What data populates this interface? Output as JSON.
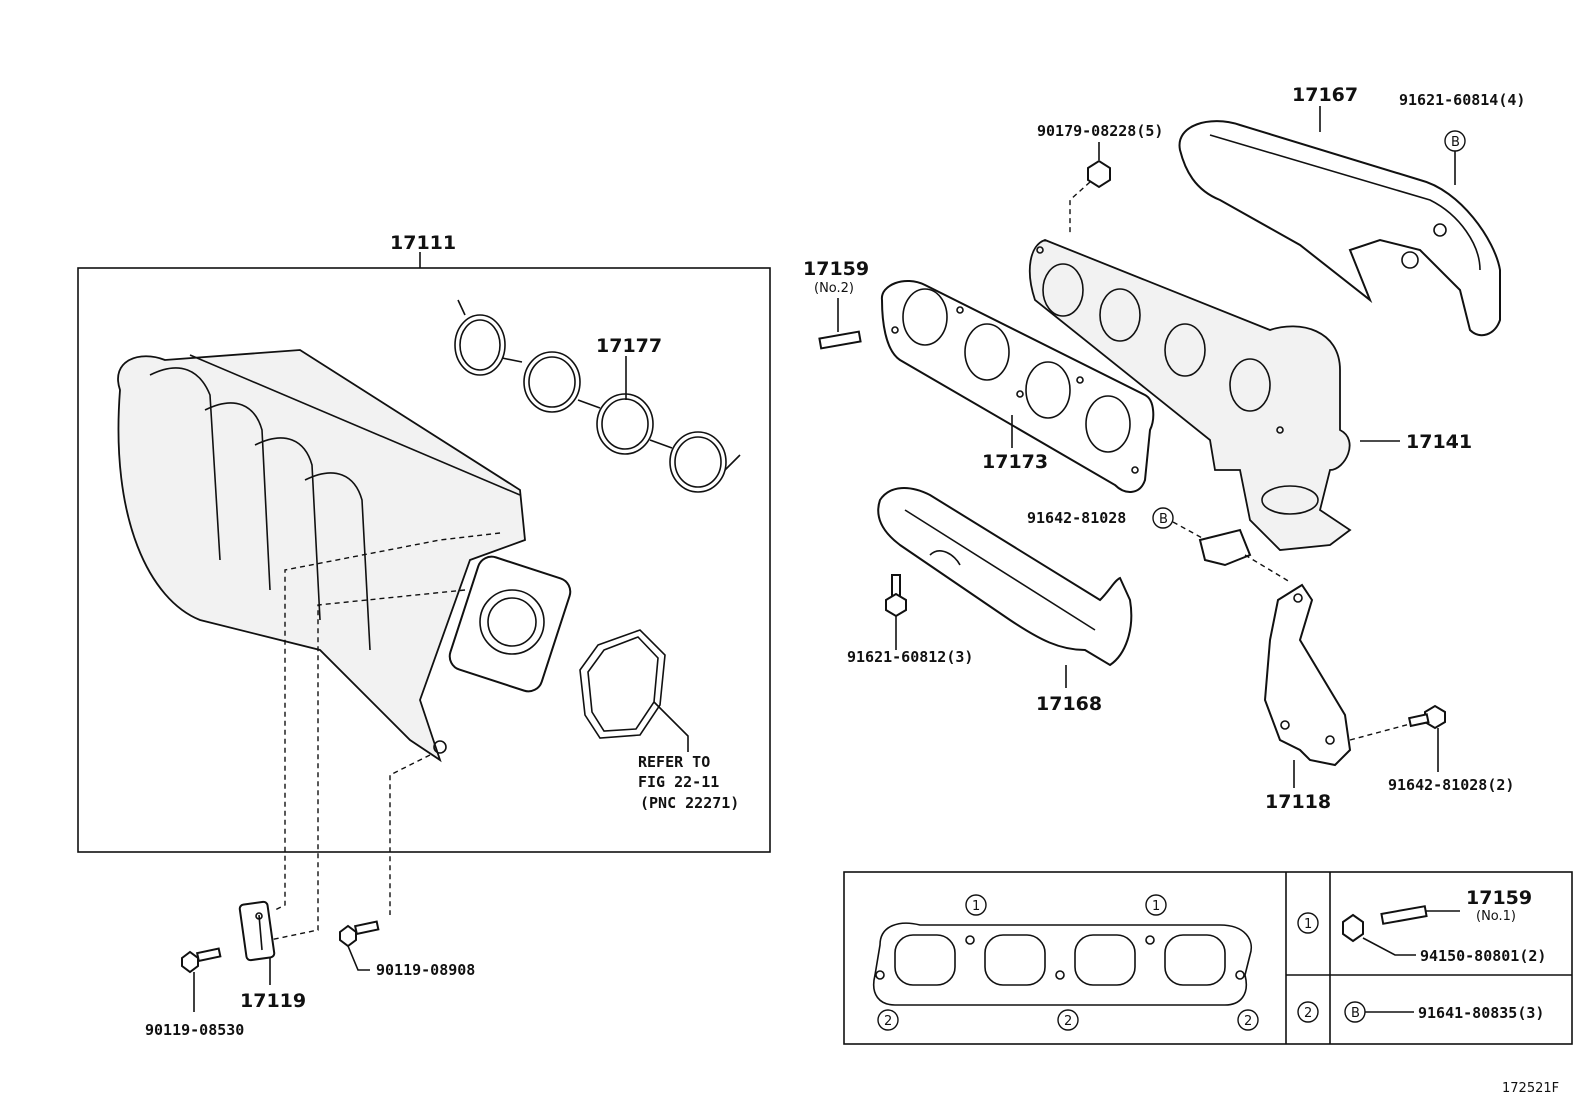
{
  "labels": {
    "p17111": "17111",
    "p17177": "17177",
    "p17159_no2": "17159",
    "p17159_no2_sub": "(No.2)",
    "p17173": "17173",
    "p17167": "17167",
    "p91621_60814": "91621-60814(4)",
    "p90179_08228": "90179-08228(5)",
    "p17141": "17141",
    "p91642_81028_b": "91642-81028",
    "p91621_60812": "91621-60812(3)",
    "p17168": "17168",
    "p17118": "17118",
    "p91642_81028_2": "91642-81028(2)",
    "refer_line1": "REFER TO",
    "refer_line2": "FIG 22-11",
    "refer_line3": "(PNC 22271)",
    "p17119": "17119",
    "p90119_08530": "90119-08530",
    "p90119_08908": "90119-08908",
    "p17159_no1": "17159",
    "p17159_no1_sub": "(No.1)",
    "p94150_80801": "94150-80801(2)",
    "p91641_80835": "91641-80835(3)",
    "figure_id": "172521F"
  },
  "markers": {
    "one": "1",
    "two": "2",
    "b": "B"
  }
}
